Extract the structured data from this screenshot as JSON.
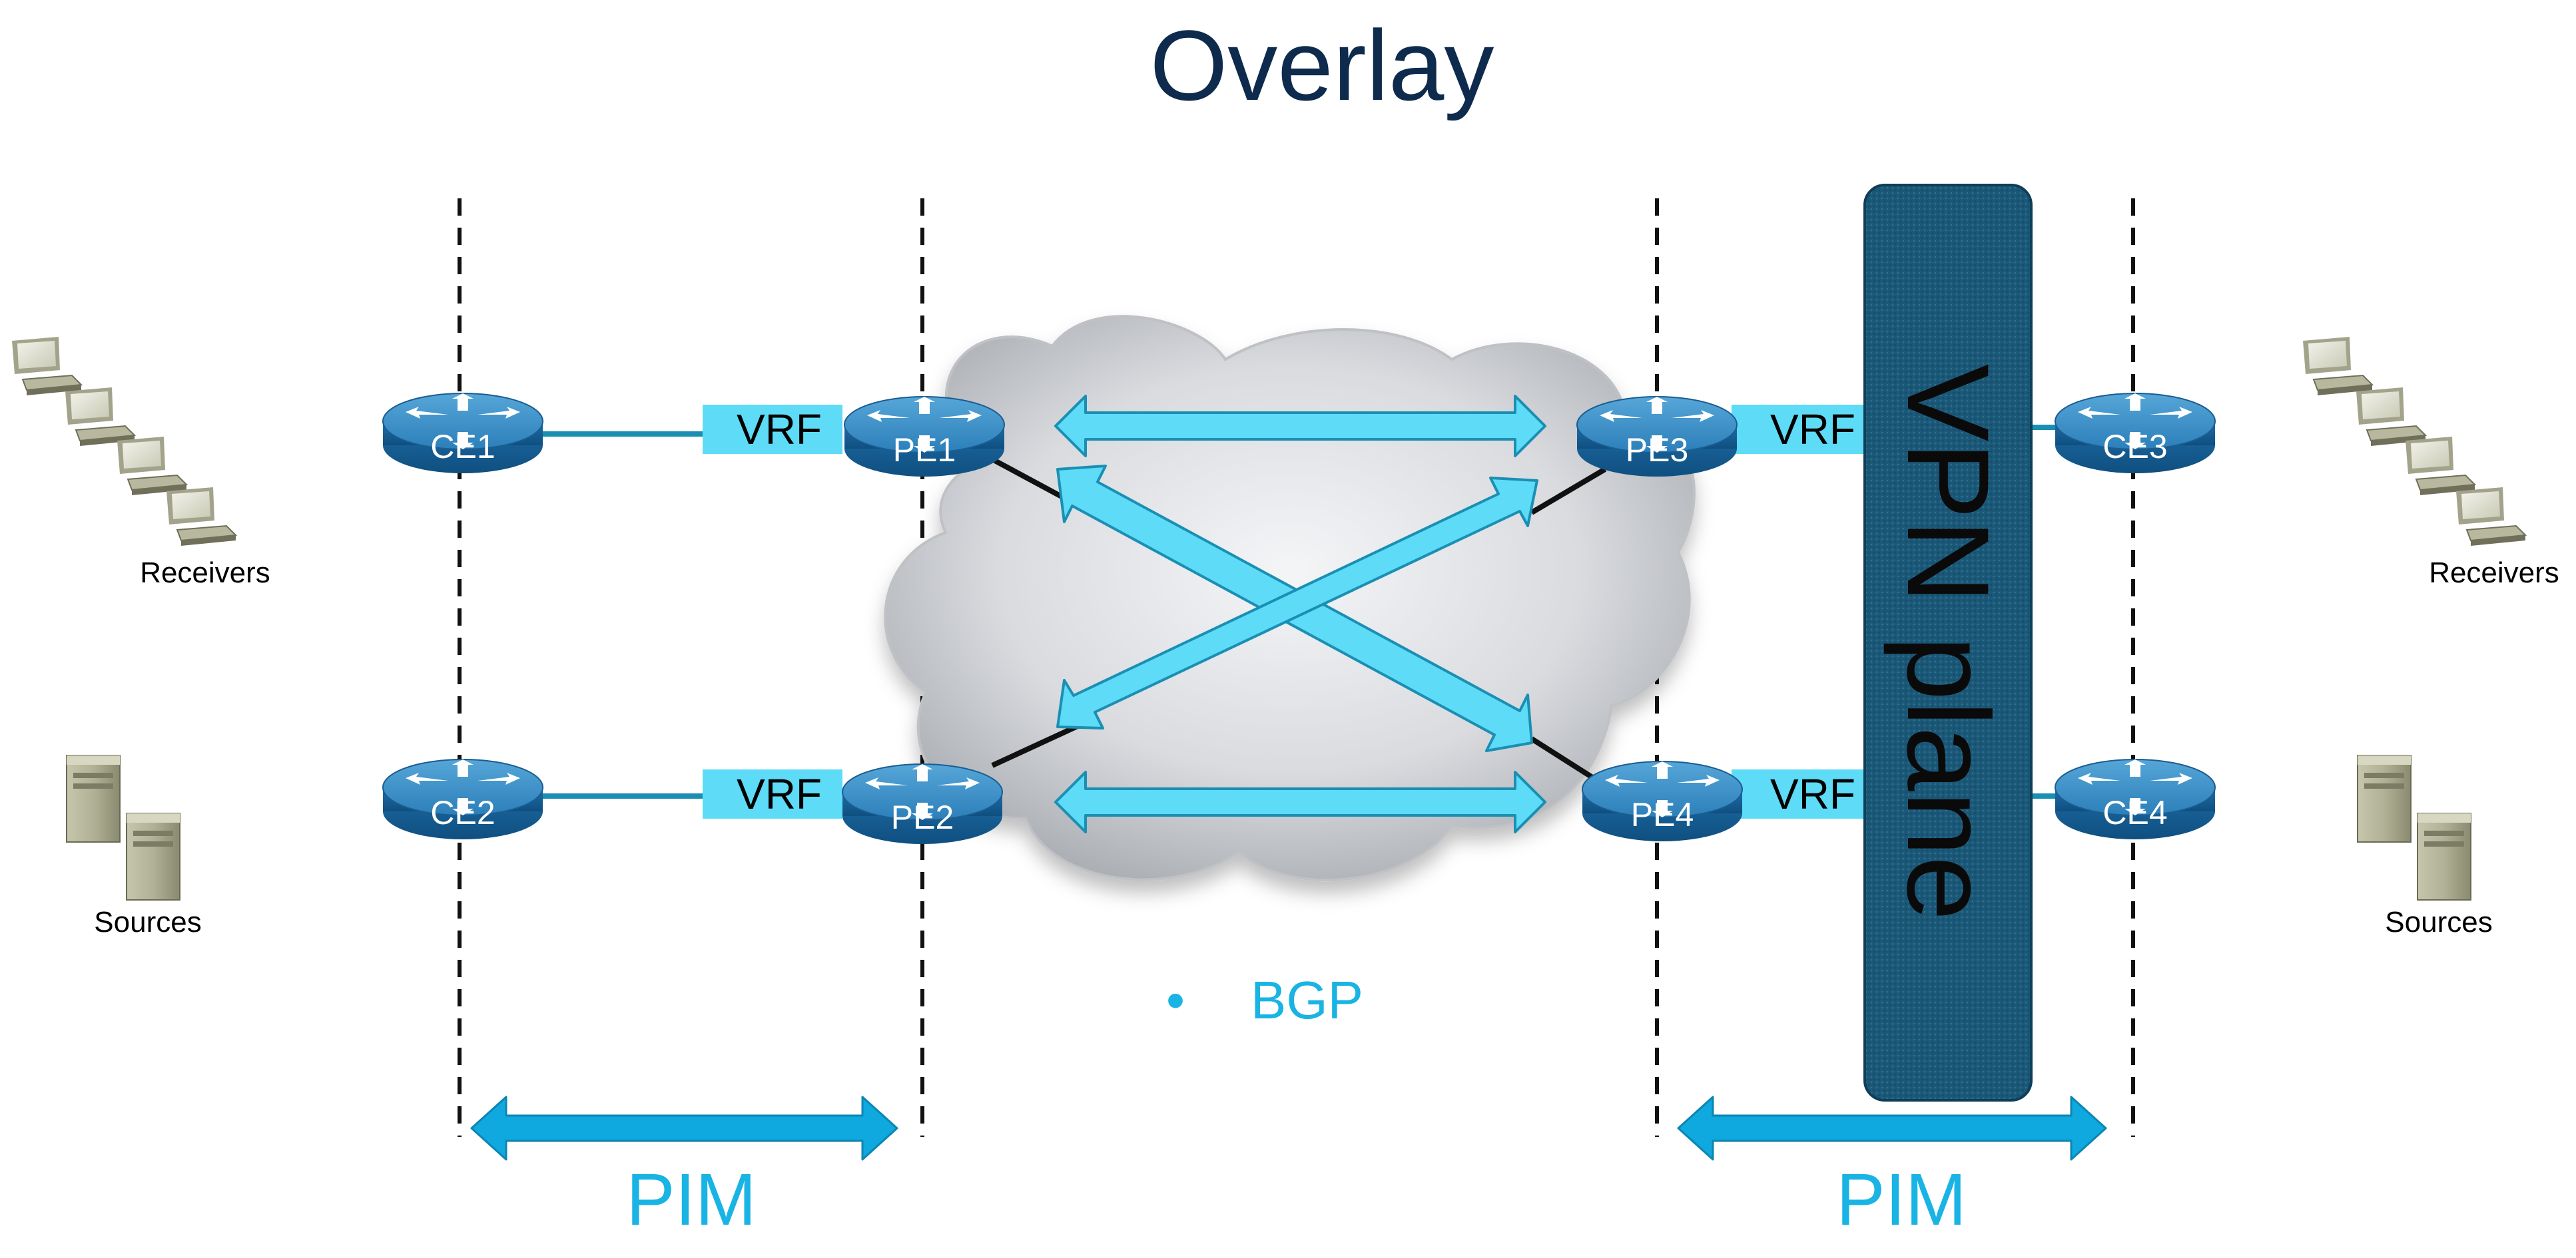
{
  "title": "Overlay",
  "vpn_plane_label": "VPN plane",
  "pim_labels": [
    "PIM",
    "PIM"
  ],
  "bullet": {
    "symbol": "•",
    "text": "BGP"
  },
  "vrf_labels": [
    "VRF",
    "VRF",
    "VRF",
    "VRF"
  ],
  "routers": {
    "ce1": "CE1",
    "ce2": "CE2",
    "ce3": "CE3",
    "ce4": "CE4",
    "pe1": "PE1",
    "pe2": "PE2",
    "pe3": "PE3",
    "pe4": "PE4"
  },
  "left_groups": {
    "receivers": "Receivers",
    "sources": "Sources"
  },
  "right_groups": {
    "receivers": "Receivers",
    "sources": "Sources"
  },
  "colors": {
    "title": "#0e2a4d",
    "accent_cyan": "#19b4e4",
    "light_cyan": "#5ddbf7",
    "router_blue": "#1d6fa8",
    "vpn_plane": "#1b5878"
  }
}
